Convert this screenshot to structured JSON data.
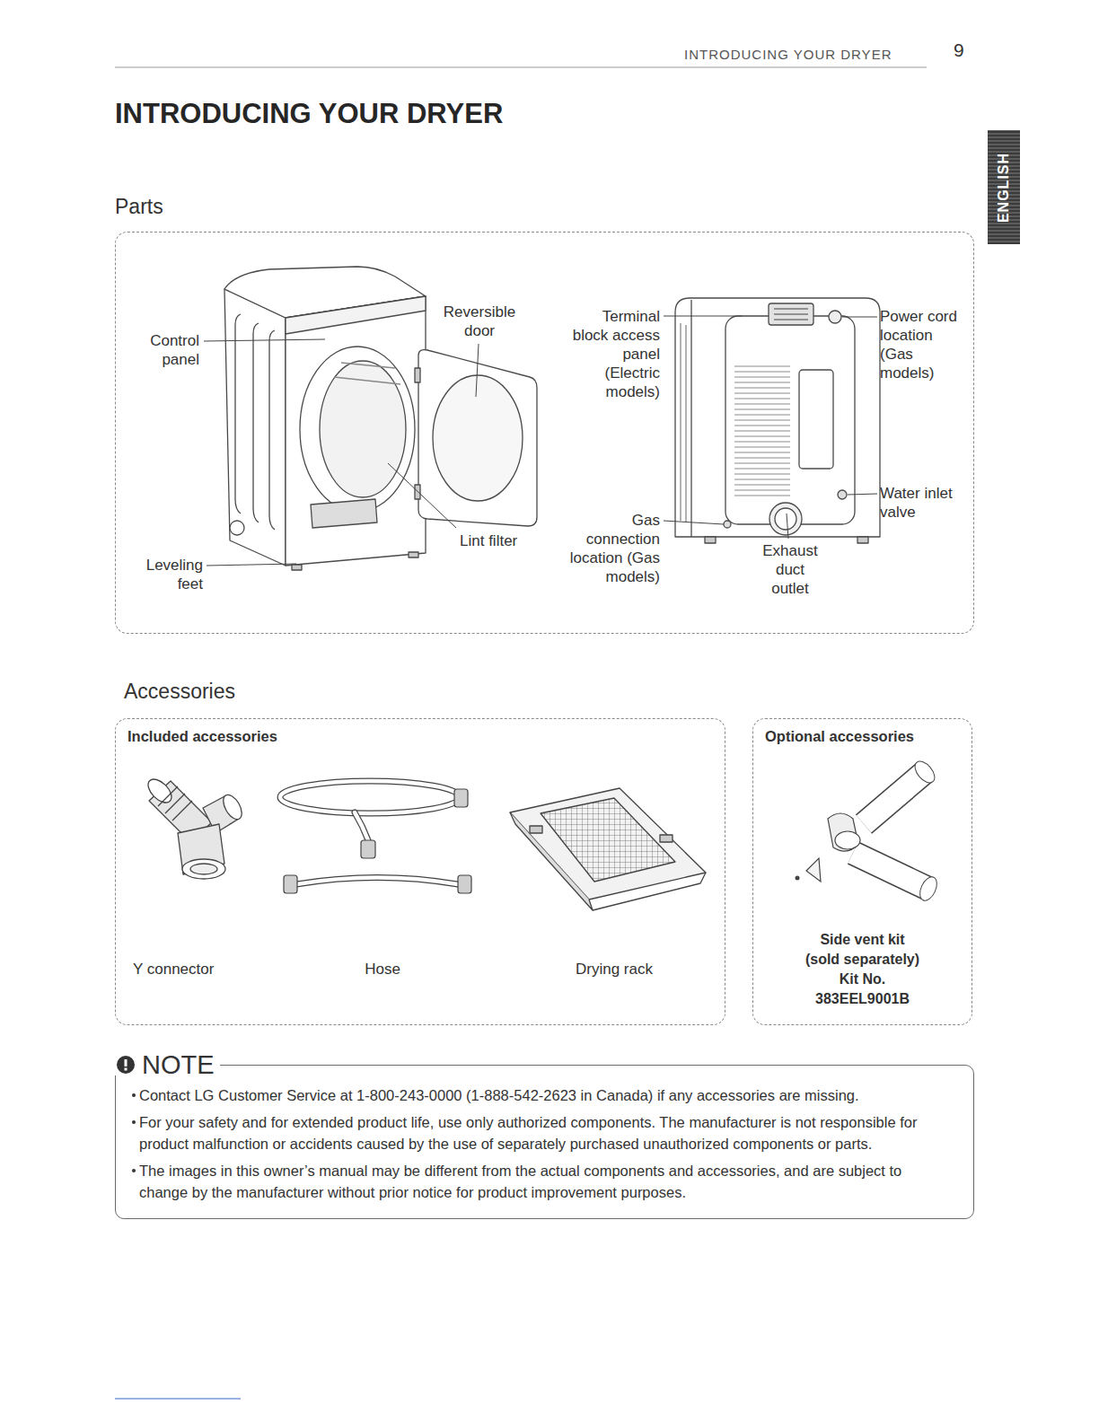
{
  "diagram": {
    "title": "INTRODUCING YOUR DRYER",
    "nodes": [
      {
        "text": [
          "ENGLISH"
        ]
      },
      {
        "text": [
          "Parts"
        ]
      },
      {
        "text": [
          "Included accessories"
        ]
      },
      {
        "text": [
          "Optional accessories",
          "Side vent kit",
          "(sold separately)",
          "Kit No. 383EEL9001B"
        ]
      },
      {
        "text": [
          "NOTE",
          "Contact LG Customer Service at 1-800-243-0000 (1-888-542-2623 in Canada) if any accessories are missing.",
          "For your safety and for extended product life, use only authorized components. The manufacturer is not responsible for product malfunction or accidents caused by the use of separately purchased unauthorized components or parts.",
          "The images in this owner’s manual may be different from the actual components and accessories, and are subject to change by the manufacturer without prior notice for product improvement purposes."
        ]
      }
    ],
    "labels": [
      "INTRODUCING YOUR DRYER",
      "9",
      "Control panel",
      "Reversible door",
      "Leveling feet",
      "Lint filter",
      "Terminal block access panel (Electric models)",
      "Gas connection location (Gas models)",
      "Exhaust duct outlet",
      "Power cord location (Gas models)",
      "Water inlet valve",
      "Accessories",
      "Y connector",
      "Hose",
      "Drying rack"
    ]
  }
}
